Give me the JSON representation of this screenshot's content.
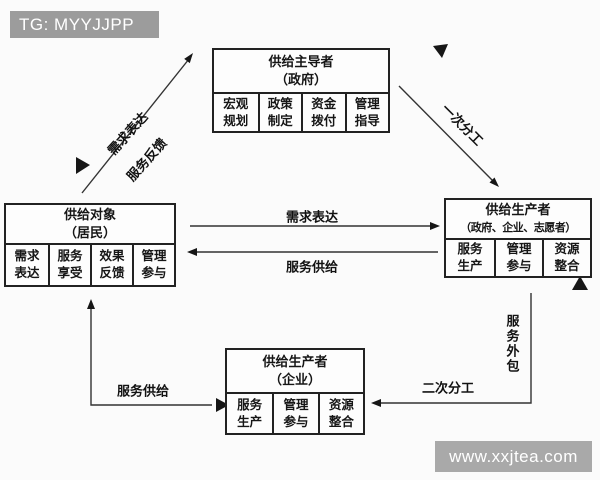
{
  "watermark": {
    "tg_badge": "TG: MYYJJPP",
    "site_badge": "www.xxjtea.com"
  },
  "colors": {
    "badge_bg": "#9c9c9c",
    "badge_text": "#ffffff",
    "line": "#222222",
    "background": "#fbfbfb",
    "box_bg": "#fdfdfd"
  },
  "nodes": {
    "top": {
      "title": "供给主导者",
      "subtitle": "（政府）",
      "cells": [
        "宏观\n规划",
        "政策\n制定",
        "资金\n拨付",
        "管理\n指导"
      ]
    },
    "left": {
      "title": "供给对象",
      "subtitle": "（居民）",
      "cells": [
        "需求\n表达",
        "服务\n享受",
        "效果\n反馈",
        "管理\n参与"
      ]
    },
    "right": {
      "title": "供给生产者",
      "subtitle": "（政府、企业、志愿者）",
      "cells": [
        "服务\n生产",
        "管理\n参与",
        "资源\n整合"
      ]
    },
    "bottom": {
      "title": "供给生产者",
      "subtitle": "（企业）",
      "cells": [
        "服务\n生产",
        "管理\n参与",
        "资源\n整合"
      ]
    }
  },
  "edges": {
    "demand_up": "需求表达",
    "service_feedback": "服务反馈",
    "first_division": "一次分工",
    "demand_express": "需求表达",
    "service_supply_mid": "服务供给",
    "service_outsourcing": "服务外包",
    "second_division": "二次分工",
    "service_supply_bottom": "服务供给"
  }
}
